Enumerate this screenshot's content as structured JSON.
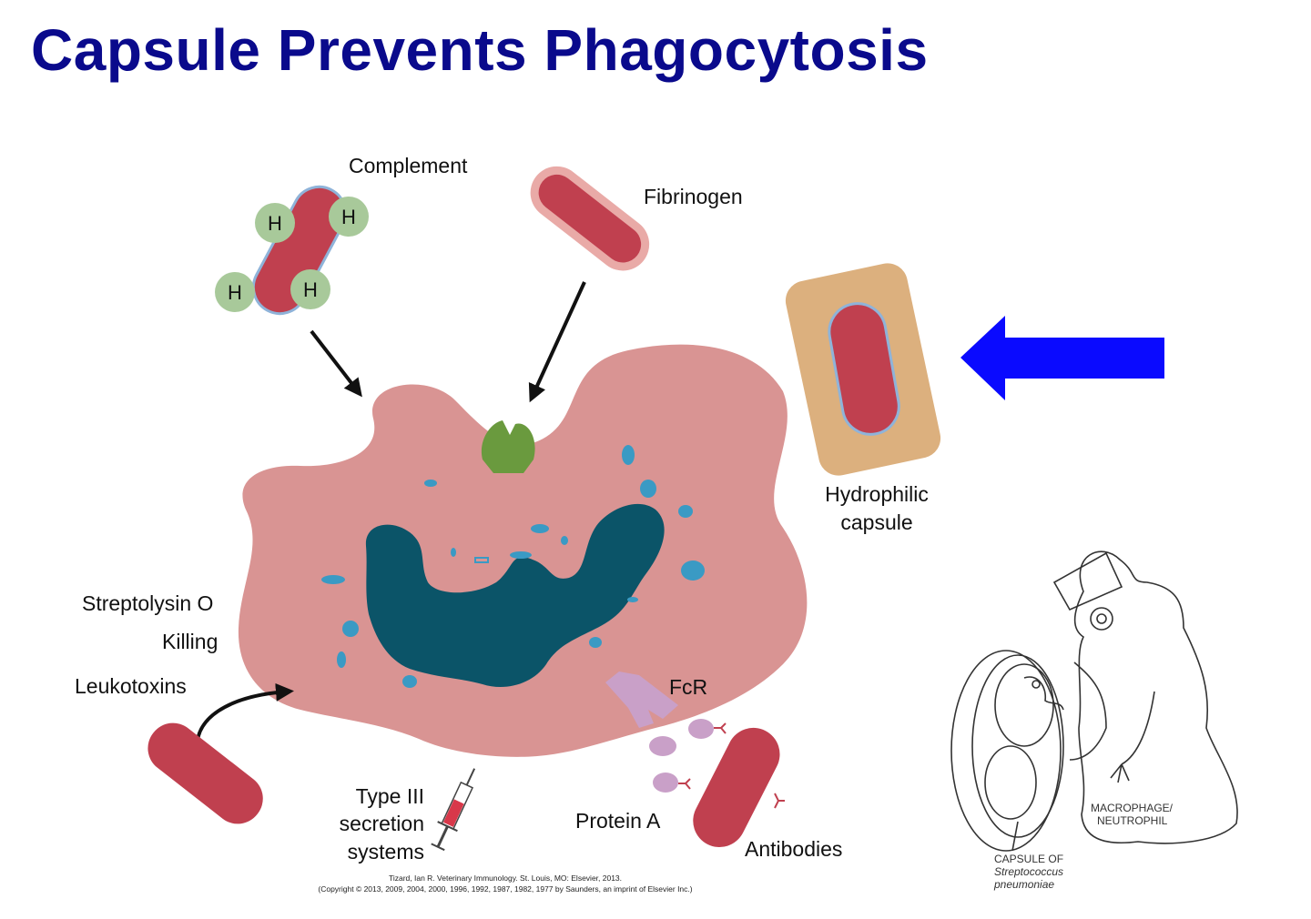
{
  "title": "Capsule Prevents Phagocytosis",
  "labels": {
    "complement": "Complement",
    "fibrinogen": "Fibrinogen",
    "hydrophilic_capsule": [
      "Hydrophilic",
      "capsule"
    ],
    "streptolysin": "Streptolysin O",
    "killing": "Killing",
    "leukotoxins": "Leukotoxins",
    "fcr": "FcR",
    "type3": [
      "Type III",
      "secretion",
      "systems"
    ],
    "protein_a": "Protein A",
    "antibodies": "Antibodies",
    "h_letter": "H"
  },
  "citation": [
    "Tizard, Ian R. Veterinary Immunology. St. Louis, MO: Elsevier, 2013.",
    "(Copyright © 2013, 2009, 2004, 2000, 1996, 1992, 1987, 1982, 1977 by Saunders, an imprint of Elsevier Inc.)"
  ],
  "sketch": {
    "macrophage_label": [
      "MACROPHAGE/",
      "NEUTROPHIL"
    ],
    "capsule_label": [
      "CAPSULE OF",
      "Streptococcus",
      "pneumoniae"
    ]
  },
  "colors": {
    "title": "#0a0a8c",
    "cell": "#d99493",
    "nucleus": "#0b5468",
    "bacterium": "#c0404f",
    "capsule": "#dcb07e",
    "arrow": "#0a0aff",
    "complement_h": "#a8c99a",
    "receptor": "#6a9a3e",
    "fc_receptor": "#c9a0c8"
  }
}
